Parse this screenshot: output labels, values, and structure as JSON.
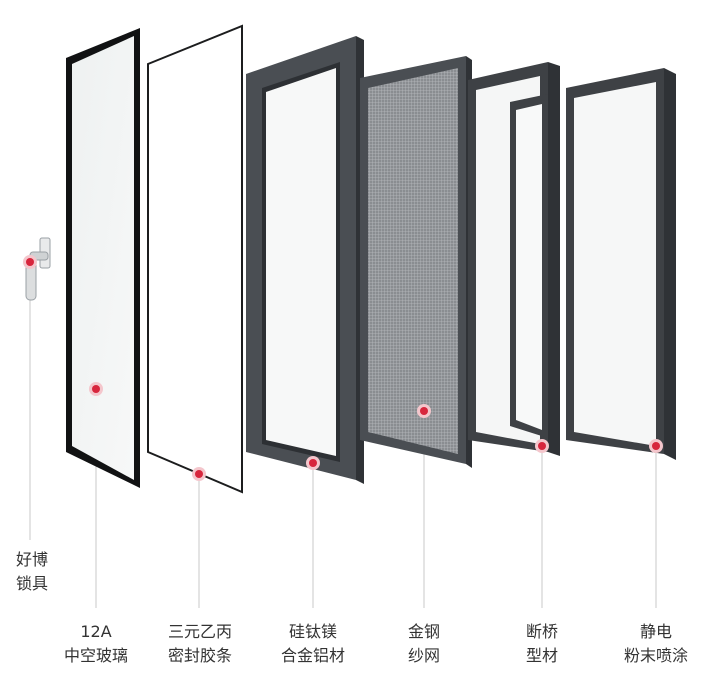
{
  "colors": {
    "frame_dark": "#3e4145",
    "frame_mid": "#5a5e63",
    "glass": "#f2f4f4",
    "marker": "#d7263d",
    "leader": "#c8c8c8",
    "text": "#333333"
  },
  "components": [
    {
      "id": "lock",
      "line1": "好博",
      "line2": "锁具",
      "icon": "handle-icon"
    },
    {
      "id": "glass",
      "line1": "12A",
      "line2": "中空玻璃",
      "icon": "glass-pane-icon"
    },
    {
      "id": "seal",
      "line1": "三元乙丙",
      "line2": "密封胶条",
      "icon": "seal-strip-icon"
    },
    {
      "id": "frame",
      "line1": "硅钛镁",
      "line2": "合金铝材",
      "icon": "aluminum-frame-icon"
    },
    {
      "id": "screen",
      "line1": "金钢",
      "line2": "纱网",
      "icon": "screen-mesh-icon"
    },
    {
      "id": "profile",
      "line1": "断桥",
      "line2": "型材",
      "icon": "thermal-break-profile-icon"
    },
    {
      "id": "coating",
      "line1": "静电",
      "line2": "粉末喷涂",
      "icon": "powder-coated-frame-icon"
    }
  ]
}
